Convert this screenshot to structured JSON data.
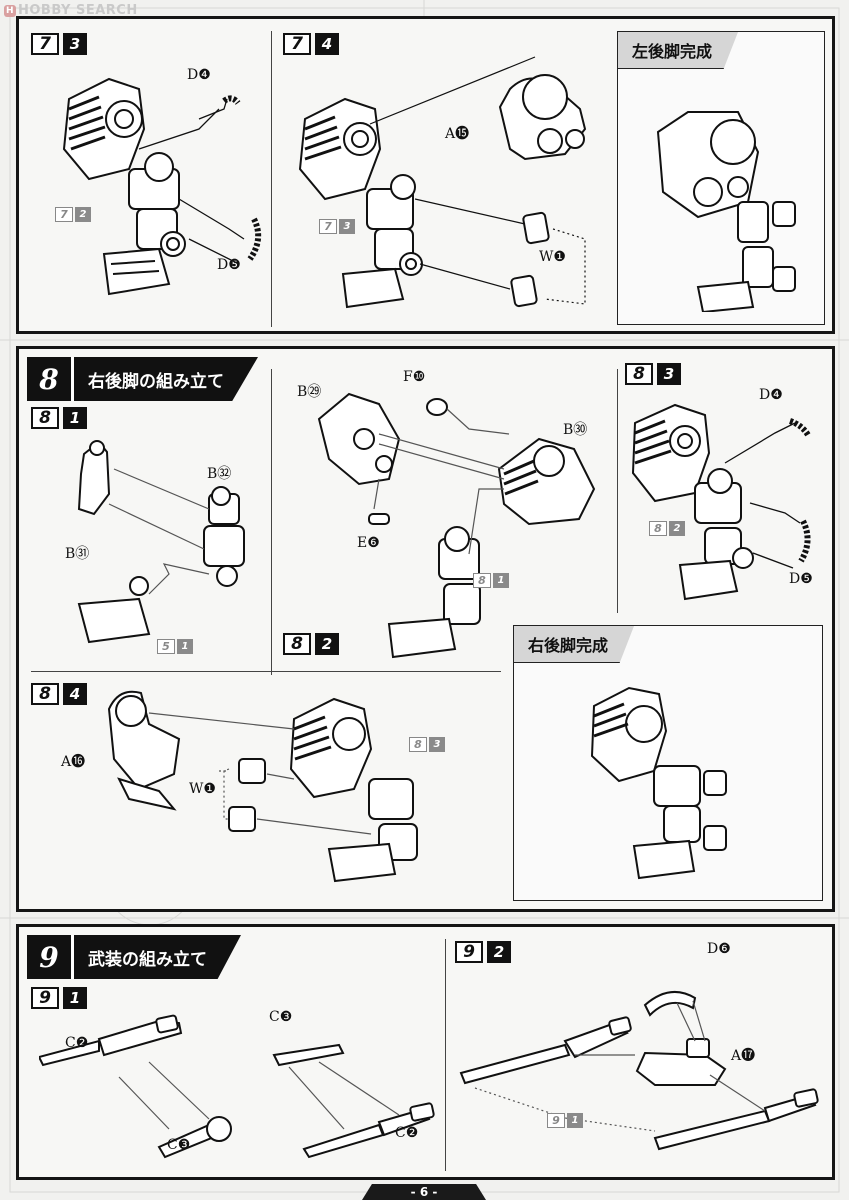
{
  "watermark": {
    "logo": "H",
    "text": "HOBBY SEARCH"
  },
  "page_number": "- 6 -",
  "section7": {
    "step3": {
      "main": "7",
      "sub": "3",
      "ref_main": "7",
      "ref_sub": "2",
      "labels": [
        "D❹",
        "D❺"
      ]
    },
    "step4": {
      "main": "7",
      "sub": "4",
      "ref_main": "7",
      "ref_sub": "3",
      "labels": [
        "A⓯",
        "W❶"
      ]
    },
    "complete": "左後脚完成"
  },
  "section8": {
    "number": "8",
    "title": "右後脚の組み立て",
    "step1": {
      "main": "8",
      "sub": "1",
      "ref_main": "5",
      "ref_sub": "1",
      "labels": [
        "B㉜",
        "B㉛"
      ]
    },
    "step2": {
      "main": "8",
      "sub": "2",
      "ref_main": "8",
      "ref_sub": "1",
      "labels": [
        "B㉙",
        "F❿",
        "B㉚",
        "E❻"
      ]
    },
    "step3": {
      "main": "8",
      "sub": "3",
      "ref_main": "8",
      "ref_sub": "2",
      "labels": [
        "D❹",
        "D❺"
      ]
    },
    "step4": {
      "main": "8",
      "sub": "4",
      "ref_main": "8",
      "ref_sub": "3",
      "labels": [
        "A⓰",
        "W❶"
      ]
    },
    "complete": "右後脚完成"
  },
  "section9": {
    "number": "9",
    "title": "武装の組み立て",
    "step1": {
      "main": "9",
      "sub": "1",
      "labels": [
        "C❷",
        "C❸",
        "C❸",
        "C❷"
      ]
    },
    "step2": {
      "main": "9",
      "sub": "2",
      "ref_main": "9",
      "ref_sub": "1",
      "labels": [
        "D❻",
        "A⓱"
      ]
    }
  }
}
